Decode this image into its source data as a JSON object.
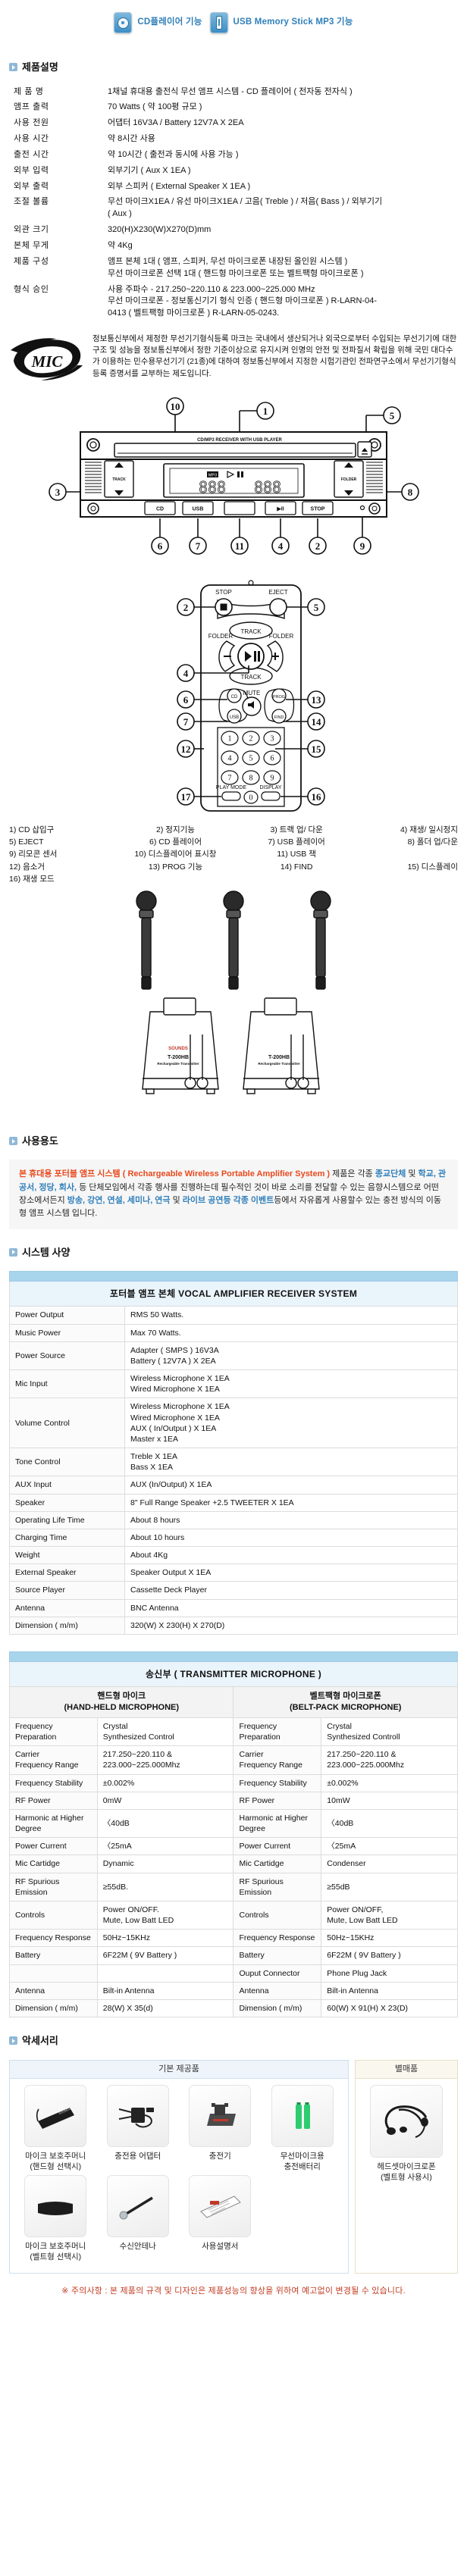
{
  "feature_bar": [
    {
      "icon": "cd-disc-icon",
      "label": "CD플레이어 기능"
    },
    {
      "icon": "usb-stick-icon",
      "label": "USB Memory Stick MP3 기능"
    }
  ],
  "sections": {
    "product_description": "제품설명",
    "usage": "사용용도",
    "system_spec": "시스템 사양",
    "accessory": "악세서리"
  },
  "product_spec": [
    {
      "key": "제 품 명",
      "values": [
        "1채널 휴대용 출전식 무선 앰프 시스템 - CD 플레이어 ( 전자동 전자식 )"
      ]
    },
    {
      "key": "앰프 출력",
      "values": [
        "70 Watts ( 약 100평 규모 )"
      ]
    },
    {
      "key": "사용 전원",
      "values": [
        "어댑터 16V3A / Battery 12V7A X 2EA"
      ]
    },
    {
      "key": "사용 시간",
      "values": [
        "약 8시간 사용"
      ]
    },
    {
      "key": "출전 시간",
      "values": [
        "약 10시간 ( 출전과 동시에 사용 가능 )"
      ]
    },
    {
      "key": "외부 입력",
      "values": [
        "외부기기 ( Aux X 1EA )"
      ]
    },
    {
      "key": "외부 출력",
      "values": [
        "외부 스피커 ( External Speaker X 1EA )"
      ]
    },
    {
      "key": "조절 볼륨",
      "values": [
        "무선 마이크X1EA / 유선 마이크X1EA / 고음( Treble ) / 저음( Bass ) / 외부기기",
        "( Aux )"
      ]
    },
    {
      "key": "외관 크기",
      "values": [
        "320(H)X230(W)X270(D)mm"
      ]
    },
    {
      "key": "본체 무게",
      "values": [
        "약 4Kg"
      ]
    },
    {
      "key": "제품 구성",
      "values": [
        "앰프 본체 1대 ( 앰프, 스피커, 무선 마이크로폰 내장된 올인원 시스템 )",
        "무선 마이크로폰 선택 1대 ( 핸드형 마이크로폰 또는 벨트팩형 마이크로폰 )"
      ]
    },
    {
      "key": "형식 승인",
      "values": [
        "사용 주파수 - 217.250~220.110 & 223.000~225.000 MHz",
        "무선 마이크로폰 - 정보통신기기 형식 인증 ( 핸드형 마이크로폰 ) R-LARN-04-",
        "0413 ( 벨트팩형 마이크로폰 ) R-LARN-05-0243."
      ]
    }
  ],
  "mic_mark": {
    "logo_text": "MIC",
    "paragraph": "정보통신부에서 제정한 무선기기형식등록 마크는 국내에서 생산되거나 외국으로부터 수입되는 무선기기에 대한 구조 및 성능을 정보통신부에서 정한 기준이상으로 유지시켜 인명의 안전 및 전파질서 확립을 위해 국민 대다수가 이용하는 민수용무선기기 (21종)에 대하여 정보통신부에서 지정한 시험기관인 전파연구소에서 무선기기형식등록 증명서를 교부하는 제도입니다."
  },
  "front_panel": {
    "brand_text": "CD/MP3 RECEIVER WITH USB PLAYER",
    "buttons": [
      "CD",
      "USB",
      "",
      "▶II",
      "STOP"
    ],
    "left_knob_label": "TRACK",
    "right_knob_label": "FOLDER",
    "display_digits": "888 888",
    "display_tags": [
      "MP3",
      "▷",
      "00"
    ],
    "callouts": [
      "1",
      "2",
      "3",
      "4",
      "5",
      "6",
      "7",
      "8",
      "9",
      "10",
      "11"
    ]
  },
  "remote": {
    "labels": {
      "stop": "STOP",
      "eject": "EJECT",
      "track_top": "TRACK",
      "track_bottom": "TRACK",
      "folder_left": "FOLDER",
      "folder_right": "FOLDER",
      "minus": "−",
      "plus": "+",
      "play_pause": "▶II",
      "cd": "CD",
      "usb": "USB",
      "mute": "MUTE",
      "prog": "PROG",
      "find": "FIND",
      "play_mode": "PLAY MODE",
      "display": "DISPLAY"
    },
    "keypad": [
      "1",
      "2",
      "3",
      "4",
      "5",
      "6",
      "7",
      "8",
      "9",
      "0"
    ],
    "callouts": [
      "2",
      "4",
      "5",
      "6",
      "7",
      "12",
      "13",
      "14",
      "15",
      "16",
      "17"
    ]
  },
  "legend": [
    "1) CD 삽입구",
    "2) 정지기능",
    "3) 트랙 업/ 다운",
    "4) 재생/ 일시정지",
    "5) EJECT",
    "6) CD 플레이어",
    "7) USB 플레이어",
    "8) 폴더 업/다운",
    "9) 리모콘 센서",
    "10) 디스플레이어 표시창",
    "11) USB 잭",
    "",
    "12) 음소거",
    "13) PROG 기능",
    "14) FIND",
    "15) 디스플레이",
    "16) 재생 모드",
    "",
    "",
    ""
  ],
  "mic_models": {
    "handheld_model": "T-200HB",
    "handheld_sub": "Rechargeable Transmitter",
    "beltpack_model": "T-200HB",
    "beltpack_sub": "Rechargeable Transmitter"
  },
  "usage_text": {
    "parts": [
      {
        "t": "본 휴대용 포터블 앰프 시스템 ( Rechargeable Wireless Portable Amplifier System )",
        "c": "red"
      },
      {
        "t": " 제품은 각종 ",
        "c": "plain"
      },
      {
        "t": "종교단체",
        "c": "blue"
      },
      {
        "t": " 및 ",
        "c": "plain"
      },
      {
        "t": "학교, 관공서, 정당, 회사,",
        "c": "blue"
      },
      {
        "t": " 등 단체모임에서 각종 행사를 진행하는데 필수적인 것이 바로 소리를 전달할 수 있는 음향시스템으로 어떤 장소에서든지 ",
        "c": "plain"
      },
      {
        "t": "방송, 강연, 연설, 세미나, 연극",
        "c": "blue"
      },
      {
        "t": " 및 ",
        "c": "plain"
      },
      {
        "t": "라이브 공연등 각종 이벤트",
        "c": "blue"
      },
      {
        "t": "등에서 자유롭게 사용할수 있는 충전 방식의 이동형 앰프 시스템 입니다.",
        "c": "plain"
      }
    ]
  },
  "amp_table": {
    "title": "포터블 앰프 본체 VOCAL AMPLIFIER RECEIVER SYSTEM",
    "rows": [
      {
        "key": "Power Output",
        "value": "RMS 50 Watts."
      },
      {
        "key": "Music Power",
        "value": "Max 70 Watts."
      },
      {
        "key": "Power Source",
        "value": "Adapter ( SMPS ) 16V3A\nBattery ( 12V7A ) X 2EA"
      },
      {
        "key": "Mic Input",
        "value": "Wireless Microphone X 1EA\nWired Microphone X 1EA"
      },
      {
        "key": "Volume Control",
        "value": "Wireless Microphone X 1EA\nWired Microphone X 1EA\nAUX ( In/Output ) X 1EA\nMaster x 1EA"
      },
      {
        "key": "Tone Control",
        "value": "Treble X 1EA\nBass X 1EA"
      },
      {
        "key": "AUX Input",
        "value": "AUX (In/Output) X 1EA"
      },
      {
        "key": "Speaker",
        "value": "8\" Full Range Speaker +2.5 TWEETER X 1EA"
      },
      {
        "key": "Operating Life Time",
        "value": "About 8 hours"
      },
      {
        "key": "Charging Time",
        "value": "About 10 hours"
      },
      {
        "key": "Weight",
        "value": "About 4Kg"
      },
      {
        "key": "External Speaker",
        "value": "Speaker Output X 1EA"
      },
      {
        "key": "Source Player",
        "value": "Cassette Deck Player"
      },
      {
        "key": "Antenna",
        "value": "BNC Antenna"
      },
      {
        "key": "Dimension ( m/m)",
        "value": "320(W) X 230(H) X 270(D)"
      }
    ]
  },
  "mic_table": {
    "title": "송신부 ( TRANSMITTER MICROPHONE )",
    "col_headers": [
      "핸드형 마이크\n(HAND-HELD MICROPHONE)",
      "벨트팩형 마이크로폰\n(BELT-PACK MICROPHONE)"
    ],
    "rows": [
      {
        "k1": "Frequency\nPreparation",
        "v1": "Crystal\nSynthesized Control",
        "k2": "Frequency\nPreparation",
        "v2": "Crystal\nSynthesized Controll"
      },
      {
        "k1": "Carrier\nFrequency Range",
        "v1": "217.250~220.110 &\n223.000~225.000Mhz",
        "k2": "Carrier\nFrequency Range",
        "v2": "217.250~220.110 &\n223.000~225.000Mhz"
      },
      {
        "k1": "Frequency Stability",
        "v1": "±0.002%",
        "k2": "Frequency Stability",
        "v2": "±0.002%"
      },
      {
        "k1": "RF Power",
        "v1": "0mW",
        "k2": "RF Power",
        "v2": "10mW"
      },
      {
        "k1": "Harmonic at Higher Degree",
        "v1": "〈40dB",
        "k2": "Harmonic at Higher Degree",
        "v2": "〈40dB"
      },
      {
        "k1": "Power Current",
        "v1": "〈25mA",
        "k2": "Power Current",
        "v2": "〈25mA"
      },
      {
        "k1": "Mic Cartidge",
        "v1": "Dynamic",
        "k2": "Mic Cartidge",
        "v2": "Condenser"
      },
      {
        "k1": "RF Spurious\nEmission",
        "v1": "≥55dB.",
        "k2": "RF Spurious\nEmission",
        "v2": "≥55dB"
      },
      {
        "k1": "Controls",
        "v1": "Power ON/OFF.\nMute, Low Batt LED",
        "k2": "Controls",
        "v2": "Power ON/OFF,\nMute, Low Batt LED"
      },
      {
        "k1": "Frequency Response",
        "v1": "50Hz~15KHz",
        "k2": "Frequency Response",
        "v2": "50Hz~15KHz"
      },
      {
        "k1": "Battery",
        "v1": "6F22M ( 9V Battery )",
        "k2": "Battery",
        "v2": "6F22M ( 9V Battery )"
      },
      {
        "k1": "",
        "v1": "",
        "k2": "Ouput Connector",
        "v2": "Phone Plug Jack"
      },
      {
        "k1": "Antenna",
        "v1": "Bilt-in Antenna",
        "k2": "Antenna",
        "v2": "Bilt-in Antenna"
      },
      {
        "k1": "Dimension ( m/m)",
        "v1": "28(W) X 35(d)",
        "k2": "Dimension ( m/m)",
        "v2": "60(W) X 91(H) X 23(D)"
      }
    ]
  },
  "accessories": {
    "main_header": "기본 제공품",
    "option_header": "별매품",
    "main_items": [
      {
        "icon": "mic-pouch-icon",
        "caption": "마이크 보호주머니\n(핸드형 선택시)"
      },
      {
        "icon": "adapter-icon",
        "caption": "충전용 어댑터"
      },
      {
        "icon": "charger-icon",
        "caption": "충전기"
      },
      {
        "icon": "battery-icon",
        "caption": "무선마이크용\n충전배터리"
      },
      {
        "icon": "belt-pouch-icon",
        "caption": "마이크 보호주머니\n(벨트형 선택시)"
      },
      {
        "icon": "antenna-icon",
        "caption": "수신안테나"
      },
      {
        "icon": "manual-icon",
        "caption": "사용설명서"
      }
    ],
    "option_items": [
      {
        "icon": "headset-mic-icon",
        "caption": "헤드셋마이크로폰\n(벨트형 사용시)"
      }
    ]
  },
  "footer_note": "※ 주의사항 : 본 제품의 규격 및 디자인은 제품성능의 향상을 위하여 예고없이 변경될 수 있습니다.",
  "colors": {
    "accent_blue": "#2f7fba",
    "band_blue": "#a8d4ec",
    "title_bg": "#eaf4fb",
    "usage_red": "#e8491d",
    "footer_red": "#c23b22"
  }
}
